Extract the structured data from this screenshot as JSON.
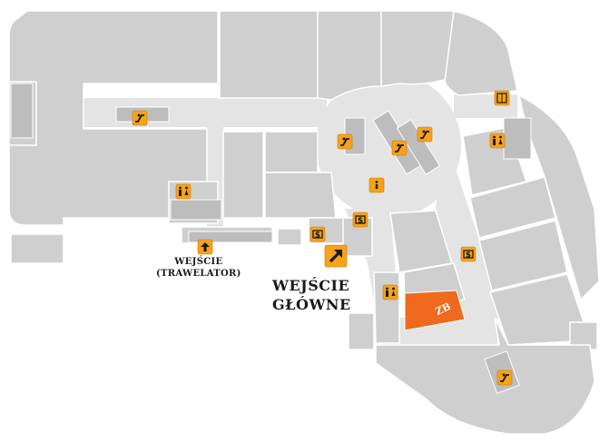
{
  "map": {
    "labels": {
      "entrance_trawelator": "WEJŚCIE\n(TRAWELATOR)",
      "entrance_main": "WEJŚCIE\nGŁÓWNE"
    },
    "highlighted_store": {
      "logo_text": "ZB",
      "color": "#ef6a1e"
    },
    "colors": {
      "store_fill": "#cfcfcf",
      "corridor_fill": "#e4e4e4",
      "icon_fill": "#f6a21a",
      "icon_glyph": "#1a1a1a"
    },
    "icons": [
      {
        "name": "escalator-icon"
      },
      {
        "name": "escalator-icon"
      },
      {
        "name": "escalator-icon"
      },
      {
        "name": "escalator-icon"
      },
      {
        "name": "escalator-icon"
      },
      {
        "name": "restroom-icon"
      },
      {
        "name": "restroom-icon"
      },
      {
        "name": "restroom-icon"
      },
      {
        "name": "atm-icon"
      },
      {
        "name": "atm-icon"
      },
      {
        "name": "atm-icon"
      },
      {
        "name": "information-icon"
      },
      {
        "name": "elevator-icon"
      },
      {
        "name": "up-arrow-icon"
      },
      {
        "name": "main-entrance-arrow-icon"
      }
    ]
  }
}
